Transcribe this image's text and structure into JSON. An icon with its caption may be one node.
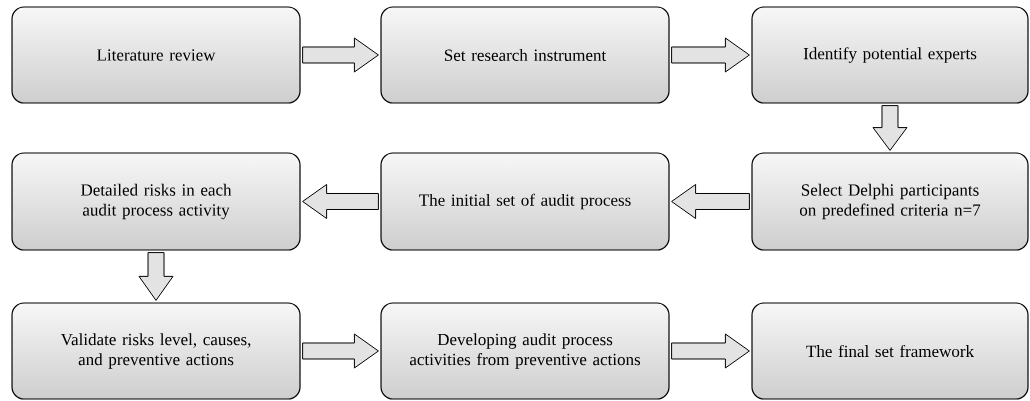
{
  "diagram": {
    "nodes": [
      {
        "text": [
          "Literature review"
        ]
      },
      {
        "text": [
          "Set research instrument"
        ]
      },
      {
        "text": [
          "Identify potential experts"
        ]
      },
      {
        "text": [
          "Detailed risks in each audit process activity"
        ]
      },
      {
        "text": [
          "The initial set of audit process"
        ]
      },
      {
        "text": [
          "Select Delphi participants on predefined criteria n=7"
        ]
      },
      {
        "text": [
          "Validate risks level, causes, and preventive actions"
        ]
      },
      {
        "text": [
          "Developing audit process activities from preventive actions"
        ]
      },
      {
        "text": [
          "The final set framework"
        ]
      }
    ],
    "edges": [
      {
        "from": 0,
        "to": 1,
        "arrow": "to"
      },
      {
        "from": 1,
        "to": 2,
        "arrow": "to"
      },
      {
        "from": 2,
        "to": 5,
        "arrow": "to"
      },
      {
        "from": 5,
        "to": 4,
        "arrow": "to"
      },
      {
        "from": 4,
        "to": 3,
        "arrow": "to"
      },
      {
        "from": 3,
        "to": 6,
        "arrow": "to"
      },
      {
        "from": 6,
        "to": 7,
        "arrow": "to"
      },
      {
        "from": 7,
        "to": 8,
        "arrow": "to"
      }
    ]
  }
}
